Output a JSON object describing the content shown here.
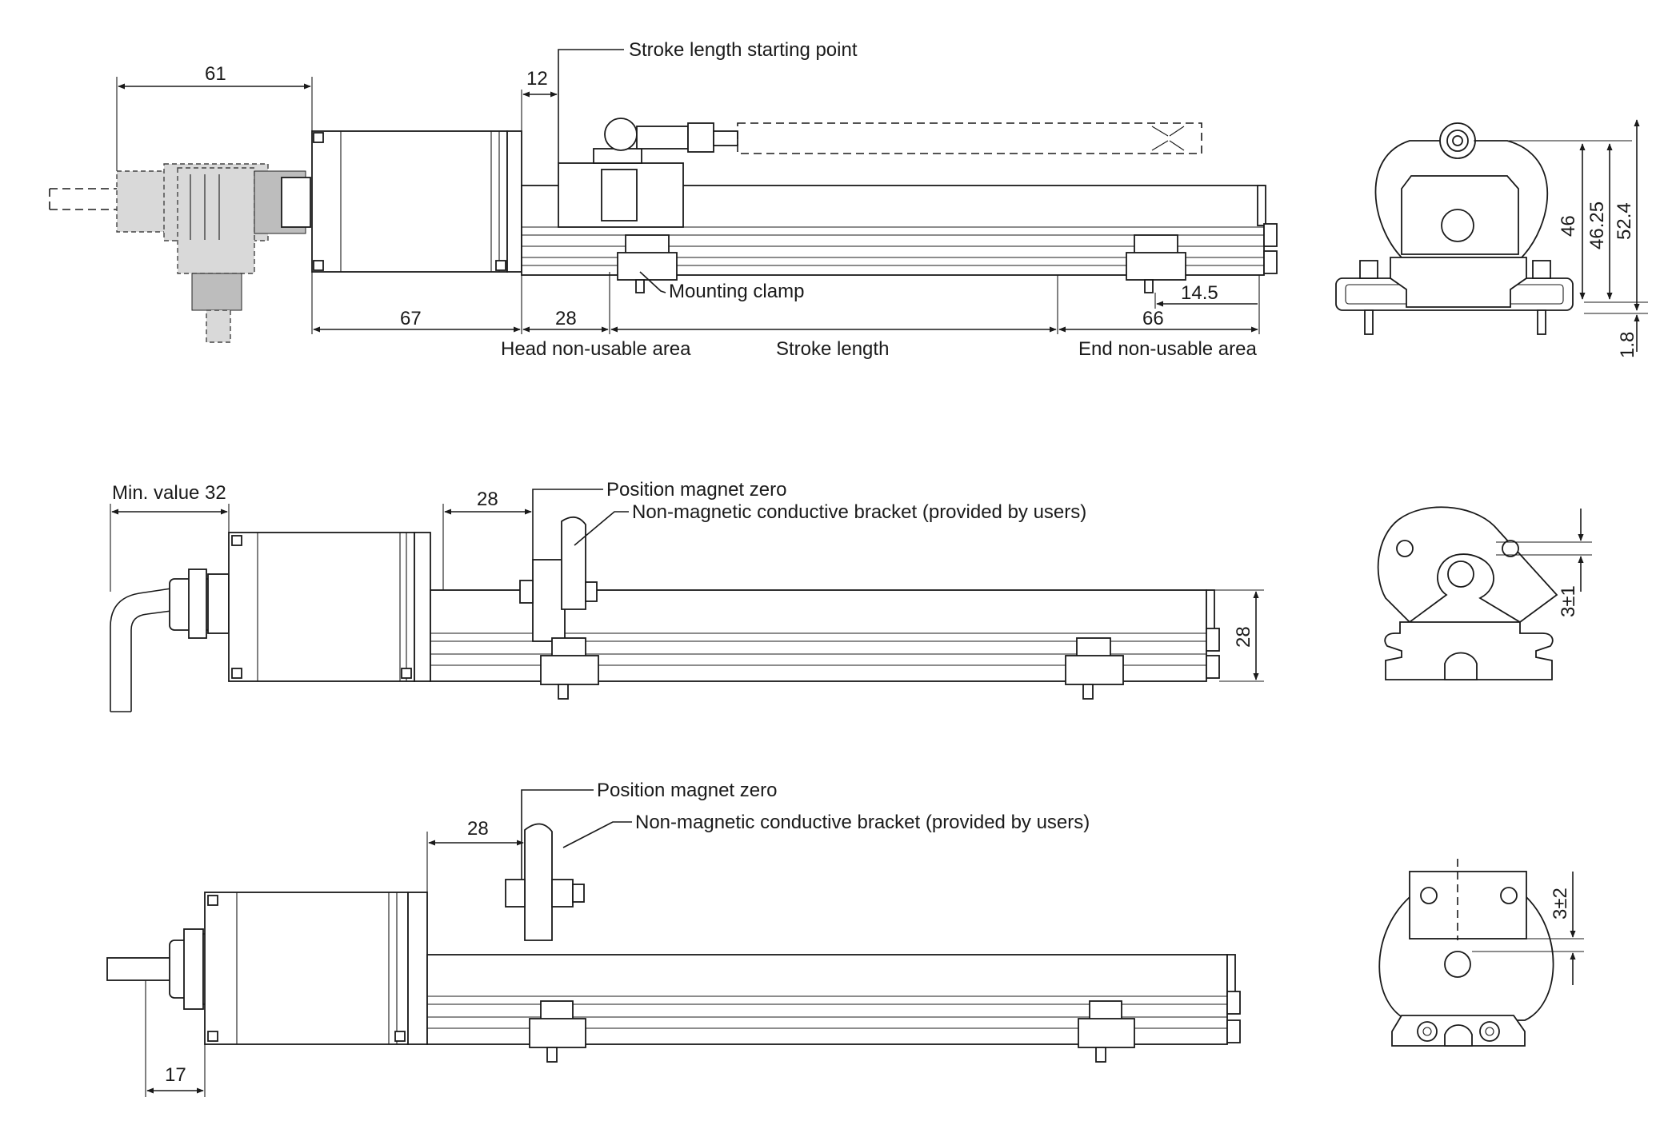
{
  "colors": {
    "line": "#1a1a1a",
    "background": "#ffffff",
    "connector_fill": "#d9d9d9"
  },
  "view1": {
    "labels": {
      "stroke_start": "Stroke length starting point",
      "mounting_clamp": "Mounting clamp",
      "head_area": "Head non-usable area",
      "stroke_length": "Stroke length",
      "end_area": "End non-usable area"
    },
    "dims": {
      "d61": "61",
      "d12": "12",
      "d67": "67",
      "d28": "28",
      "d14_5": "14.5",
      "d66": "66",
      "d46": "46",
      "d46_25": "46.25",
      "d52_4": "52.4",
      "d1_8": "1.8"
    }
  },
  "view2": {
    "labels": {
      "min_value": "Min. value 32",
      "magnet_zero": "Position magnet zero",
      "bracket": "Non-magnetic conductive bracket (provided by users)"
    },
    "dims": {
      "d28_top": "28",
      "d28_side": "28",
      "d3pm1": "3±1"
    }
  },
  "view3": {
    "labels": {
      "magnet_zero": "Position magnet zero",
      "bracket": "Non-magnetic conductive bracket (provided by users)"
    },
    "dims": {
      "d28": "28",
      "d17": "17",
      "d3pm2": "3±2"
    }
  }
}
